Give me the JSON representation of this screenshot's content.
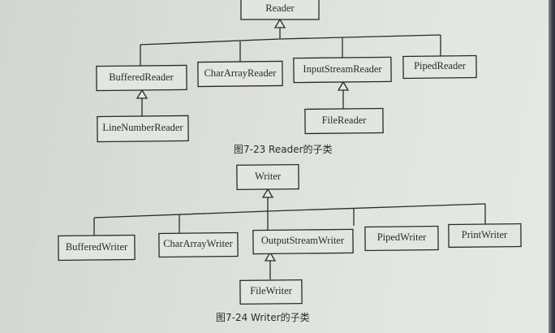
{
  "figures": [
    {
      "id": "reader",
      "caption": "图7-23   Reader的子类",
      "root": "Reader",
      "children": [
        {
          "name": "BufferedReader",
          "subclass": "LineNumberReader"
        },
        {
          "name": "CharArrayReader"
        },
        {
          "name": "InputStreamReader",
          "subclass": "FileReader"
        },
        {
          "name": "PipedReader"
        }
      ]
    },
    {
      "id": "writer",
      "caption": "图7-24   Writer的子类",
      "root": "Writer",
      "children": [
        {
          "name": "BufferedWriter"
        },
        {
          "name": "CharArrayWriter"
        },
        {
          "name": "OutputStreamWriter",
          "subclass": "FileWriter"
        },
        {
          "name": "PipedWriter"
        },
        {
          "name": "PrintWriter"
        }
      ]
    }
  ]
}
